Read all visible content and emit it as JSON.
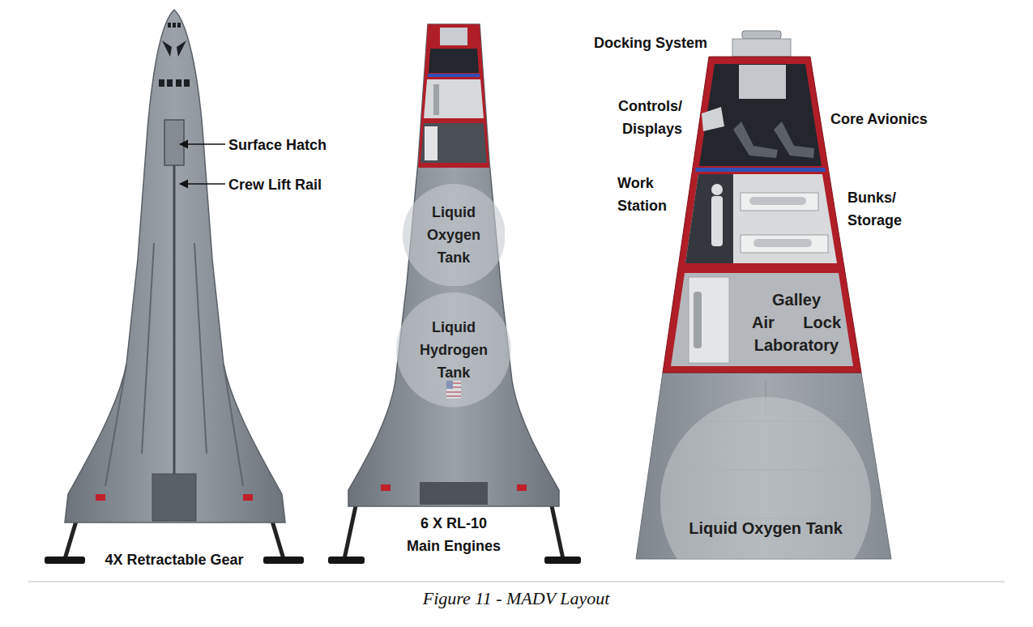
{
  "diagram": {
    "caption": "Figure 11 - MADV Layout",
    "nodes": [
      {
        "text": [
          "Liquid Oxygen Tank"
        ]
      },
      {
        "text": [
          "Liquid Hydrogen Tank"
        ]
      },
      {
        "text": [
          "Galley Air Lock Laboratory"
        ]
      },
      {
        "text": [
          "Liquid Oxygen Tank"
        ]
      }
    ],
    "labels": [
      "Surface Hatch",
      "Crew Lift Rail",
      "4X Retractable Gear",
      "6 X RL-10 Main Engines",
      "Docking System",
      "Controls/ Displays",
      "Core Avionics",
      "Work Station",
      "Bunks/ Storage"
    ]
  }
}
